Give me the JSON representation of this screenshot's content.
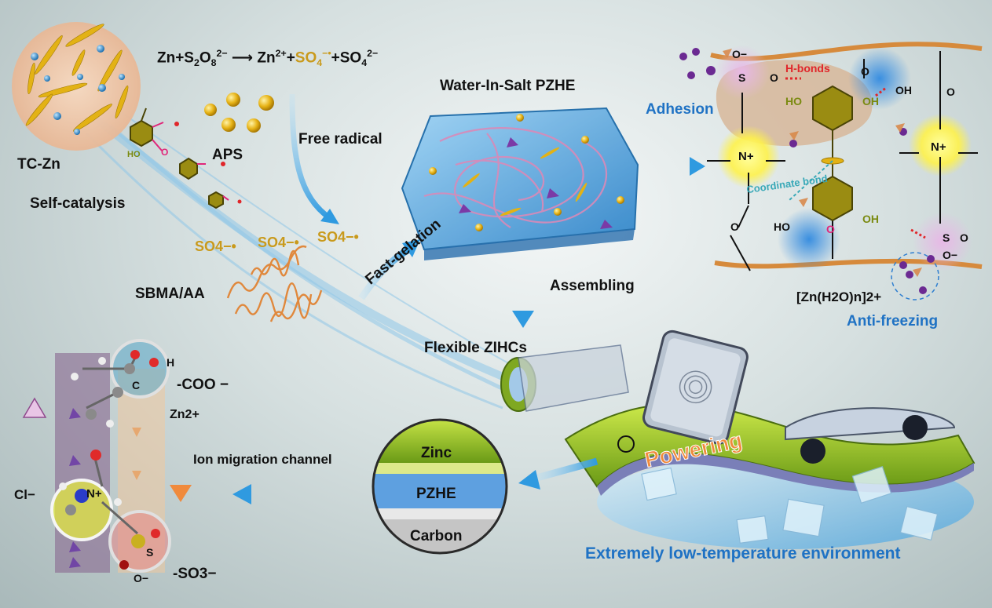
{
  "labels": {
    "tc_zn": "TC-Zn",
    "self_catalysis": "Self-catalysis",
    "aps": "APS",
    "free_radical": "Free radical",
    "reaction": {
      "zn": "Zn+S",
      "s2o8_sub": "2",
      "o": "O",
      "o8_sub": "8",
      "s2o8_sup": "2−",
      "zn2": "Zn",
      "zn2_sup": "2+",
      "plus1": "+",
      "so4r": "SO",
      "so4r_sub": "4",
      "so4r_sup": "−•",
      "plus2": "+SO",
      "so4_sub": "4",
      "so4_sup": "2−"
    },
    "radicals": [
      "SO4−•",
      "SO4−•",
      "SO4−•"
    ],
    "sbma_aa": "SBMA/AA",
    "fast_gelation": "Fast-gelation",
    "water_in_salt": "Water-In-Salt PZHE",
    "assembling": "Assembling",
    "flexible_zihcs": "Flexible ZIHCs",
    "adhesion": "Adhesion",
    "h_bonds": "H-bonds",
    "coordinate_bond": "Coordinate bond",
    "zn_hydrate": "[Zn(H2O)n]2+",
    "anti_freezing": "Anti-freezing",
    "powering": "Powering",
    "extreme_env": "Extremely low-temperature environment",
    "layers": [
      "Zinc",
      "PZHE",
      "Carbon"
    ],
    "coo": "-COO −",
    "zn2plus": "Zn2+",
    "ion_channel": "Ion migration channel",
    "cl": "Cl−",
    "so3": "-SO3−",
    "atoms": {
      "h": "H",
      "c": "C",
      "n_plus": "N+",
      "s": "S",
      "o_minus": "O−"
    },
    "chem": {
      "o_minus_top": "O−",
      "s_top": "S",
      "o_top": "O",
      "n_plus": "N+",
      "ho1": "HO",
      "oh1": "OH",
      "oh_acid": "OH",
      "o_acid": "O",
      "o_ester": "O",
      "o_ester_bottom": "O",
      "ho_acid": "HO",
      "o_quinone": "O",
      "oh2": "OH",
      "o_minus_bot": "O−",
      "s_bot": "S",
      "o_bot": "O",
      "o_small": "O",
      "ho_small": "HO"
    }
  },
  "colors": {
    "accent_blue": "#1f72c4",
    "radical_gold": "#c99a1c",
    "hbond_red": "#e0262a",
    "coordinate_teal": "#3aa9b8",
    "powering_orange": "#f08a3c"
  }
}
